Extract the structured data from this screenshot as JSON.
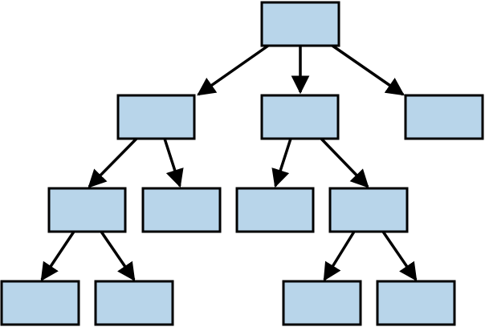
{
  "diagram": {
    "type": "tree",
    "node_fill": "#b8d5ea",
    "node_stroke": "#000000",
    "edge_color": "#000000",
    "levels": 4,
    "nodes": [
      {
        "id": "root",
        "level": 0,
        "label": ""
      },
      {
        "id": "a",
        "level": 1,
        "label": ""
      },
      {
        "id": "b",
        "level": 1,
        "label": ""
      },
      {
        "id": "c",
        "level": 1,
        "label": ""
      },
      {
        "id": "a1",
        "level": 2,
        "label": ""
      },
      {
        "id": "a2",
        "level": 2,
        "label": ""
      },
      {
        "id": "b1",
        "level": 2,
        "label": ""
      },
      {
        "id": "b2",
        "level": 2,
        "label": ""
      },
      {
        "id": "a1a",
        "level": 3,
        "label": ""
      },
      {
        "id": "a1b",
        "level": 3,
        "label": ""
      },
      {
        "id": "b2a",
        "level": 3,
        "label": ""
      },
      {
        "id": "b2b",
        "level": 3,
        "label": ""
      }
    ],
    "edges": [
      {
        "from": "root",
        "to": "a"
      },
      {
        "from": "root",
        "to": "b"
      },
      {
        "from": "root",
        "to": "c"
      },
      {
        "from": "a",
        "to": "a1"
      },
      {
        "from": "a",
        "to": "a2"
      },
      {
        "from": "b",
        "to": "b1"
      },
      {
        "from": "b",
        "to": "b2"
      },
      {
        "from": "a1",
        "to": "a1a"
      },
      {
        "from": "a1",
        "to": "a1b"
      },
      {
        "from": "b2",
        "to": "b2a"
      },
      {
        "from": "b2",
        "to": "b2b"
      }
    ]
  }
}
